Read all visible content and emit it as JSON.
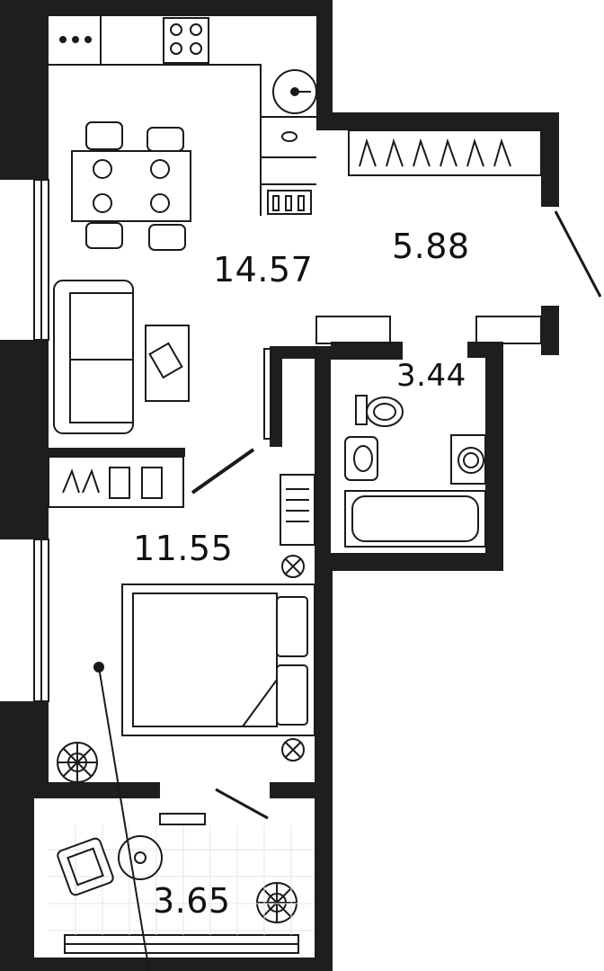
{
  "plan": {
    "colors": {
      "wall": "#1e1e1e",
      "line": "#1a1a1a",
      "fill": "#ffffff",
      "tile": "#e6e6e6"
    },
    "rooms": [
      {
        "id": "kitchen-living",
        "area": "14.57"
      },
      {
        "id": "hallway",
        "area": "5.88"
      },
      {
        "id": "bathroom",
        "area": "3.44"
      },
      {
        "id": "bedroom",
        "area": "11.55"
      },
      {
        "id": "balcony",
        "area": "3.65"
      }
    ],
    "icons": [
      "stove-icon",
      "sink-icon",
      "toilet-icon",
      "bathtub-icon",
      "washing-machine-icon",
      "bed-icon",
      "sofa-icon",
      "dining-table-icon",
      "hanger-icon",
      "plant-icon",
      "armchair-icon",
      "tv-icon"
    ]
  }
}
